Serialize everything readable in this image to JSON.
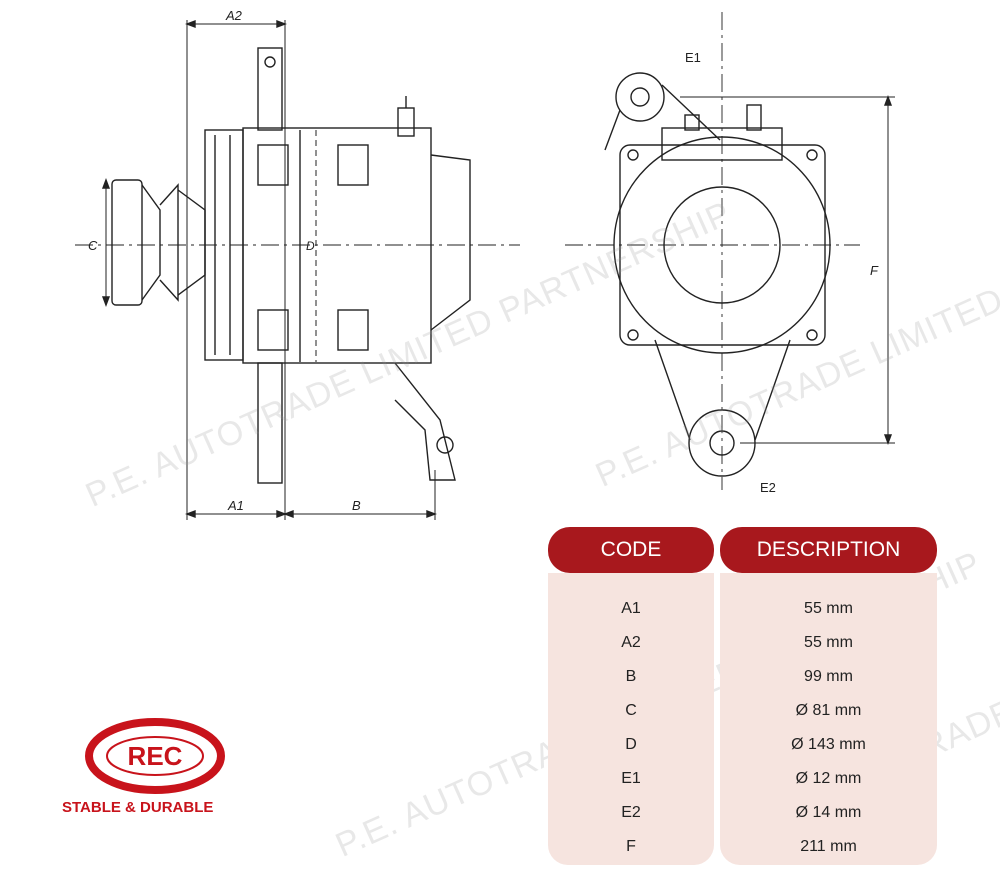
{
  "diagram": {
    "side_labels": {
      "a2": "A2",
      "a1": "A1",
      "b": "B",
      "c": "C",
      "d": "D"
    },
    "front_labels": {
      "e1": "E1",
      "e2": "E2",
      "f": "F"
    }
  },
  "watermark_text": "P.E. AUTOTRADE LIMITED PARTNERSHIP",
  "spec_table": {
    "code_header": "CODE",
    "description_header": "DESCRIPTION",
    "header_color": "#a8181d",
    "body_color": "#f6e4df",
    "rows": [
      {
        "code": "A1",
        "description": "55 mm"
      },
      {
        "code": "A2",
        "description": "55 mm"
      },
      {
        "code": "B",
        "description": "99 mm"
      },
      {
        "code": "C",
        "description": "Ø 81 mm"
      },
      {
        "code": "D",
        "description": "Ø 143 mm"
      },
      {
        "code": "E1",
        "description": "Ø 12 mm"
      },
      {
        "code": "E2",
        "description": "Ø 14 mm"
      },
      {
        "code": "F",
        "description": "211 mm"
      }
    ]
  },
  "brand": {
    "logo_text": "REC",
    "tagline": "STABLE & DURABLE",
    "color": "#c8131b"
  }
}
